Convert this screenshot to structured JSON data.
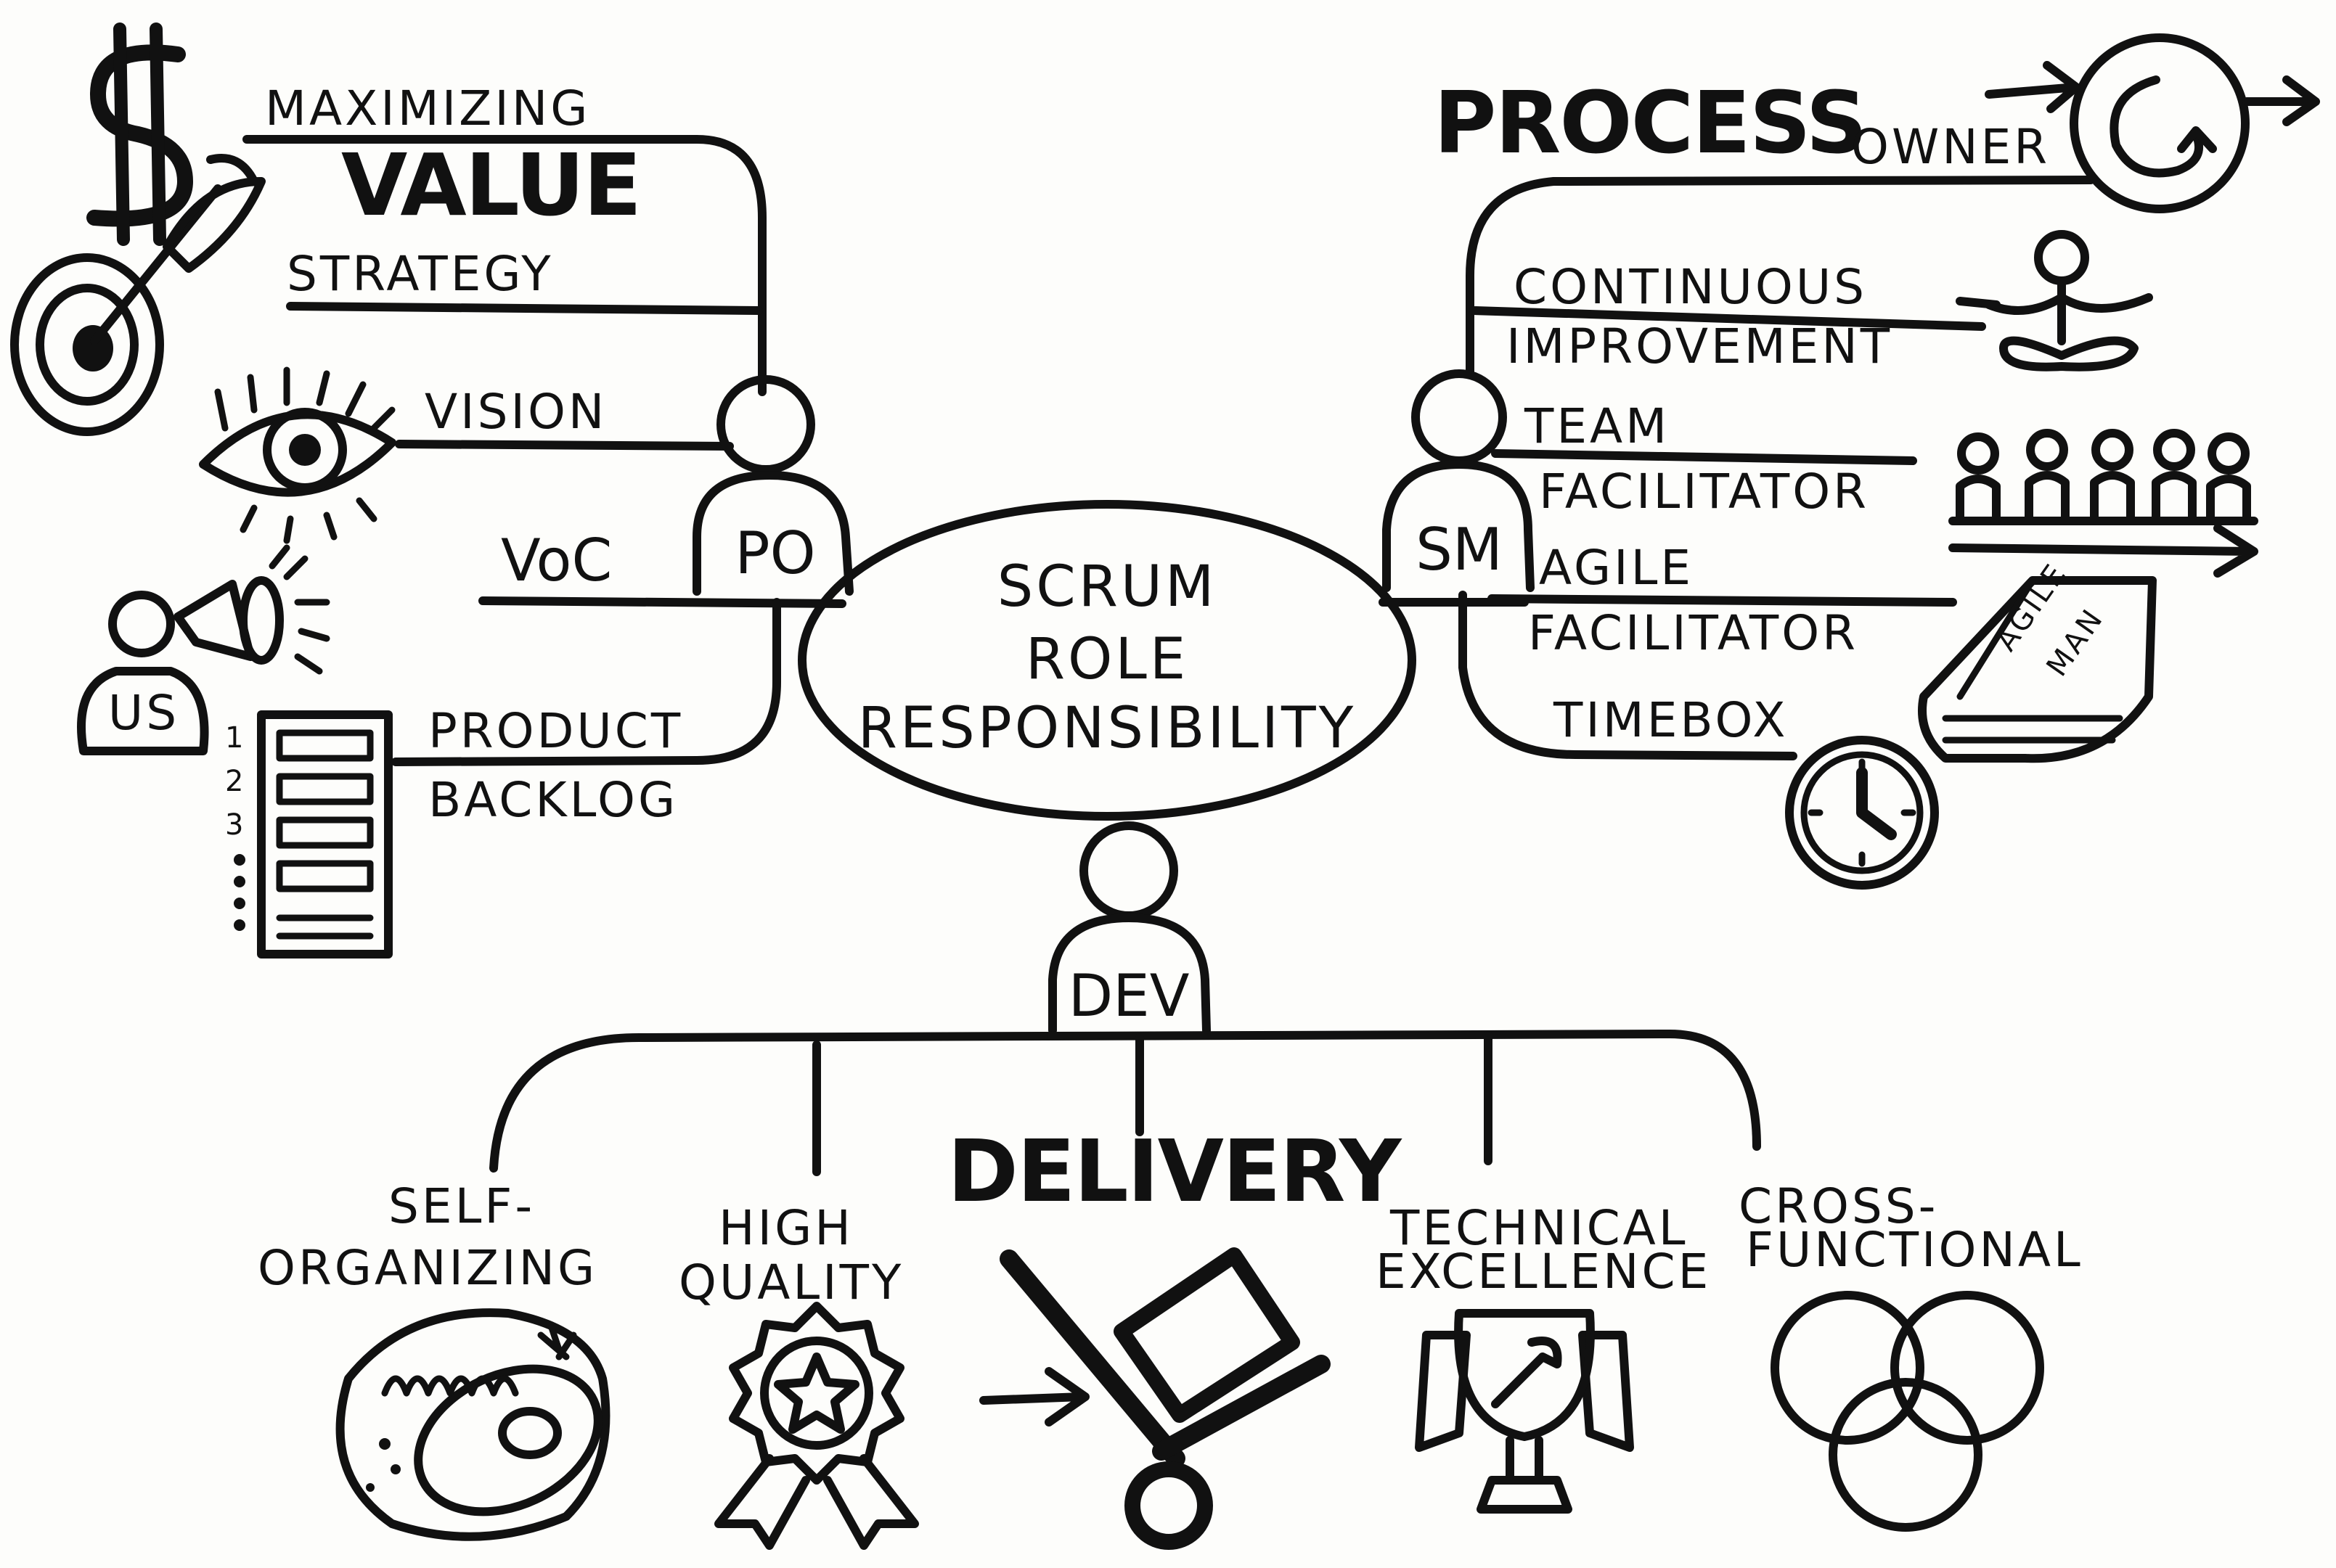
{
  "center": {
    "line1": "SCRUM",
    "line2": "ROLE",
    "line3": "RESPONSIBILITY"
  },
  "po": {
    "role": "PO",
    "maximizing": "MAXIMIZING",
    "value": "VALUE",
    "strategy": "STRATEGY",
    "vision": "VISION",
    "voc": "VoC",
    "us": "US",
    "product": "PRODUCT",
    "backlog": "BACKLOG",
    "backlog_numbers": [
      "1",
      "2",
      "3"
    ]
  },
  "sm": {
    "role": "SM",
    "process": "PROCESS",
    "owner": "OWNER",
    "continuous": "CONTINUOUS",
    "improvement": "IMPROVEMENT",
    "team": "TEAM",
    "facilitator": "FACILITATOR",
    "agile": "AGILE",
    "agile_facilitator": "FACILITATOR",
    "timebox": "TIMEBOX",
    "book_title_1": "AGILE",
    "book_title_2": "MAN"
  },
  "dev": {
    "role": "DEV",
    "delivery": "DELIVERY",
    "self": "SELF-",
    "organizing": "ORGANIZING",
    "high": "HIGH",
    "quality": "QUALITY",
    "technical": "TECHNICAL",
    "excellence": "EXCELLENCE",
    "cross": "CROSS-",
    "functional": "FUNCTIONAL"
  },
  "icons": [
    "dollar-icon",
    "target-dart-icon",
    "eye-icon",
    "megaphone-user-icon",
    "backlog-list-icon",
    "cycle-arrow-icon",
    "meditating-person-icon",
    "team-people-icon",
    "book-icon",
    "clock-icon",
    "cell-icon",
    "award-ribbon-icon",
    "hand-truck-icon",
    "trophy-wrench-icon",
    "venn-circles-icon"
  ],
  "colors": {
    "ink": "#111111",
    "paper": "#fdfdfb"
  }
}
